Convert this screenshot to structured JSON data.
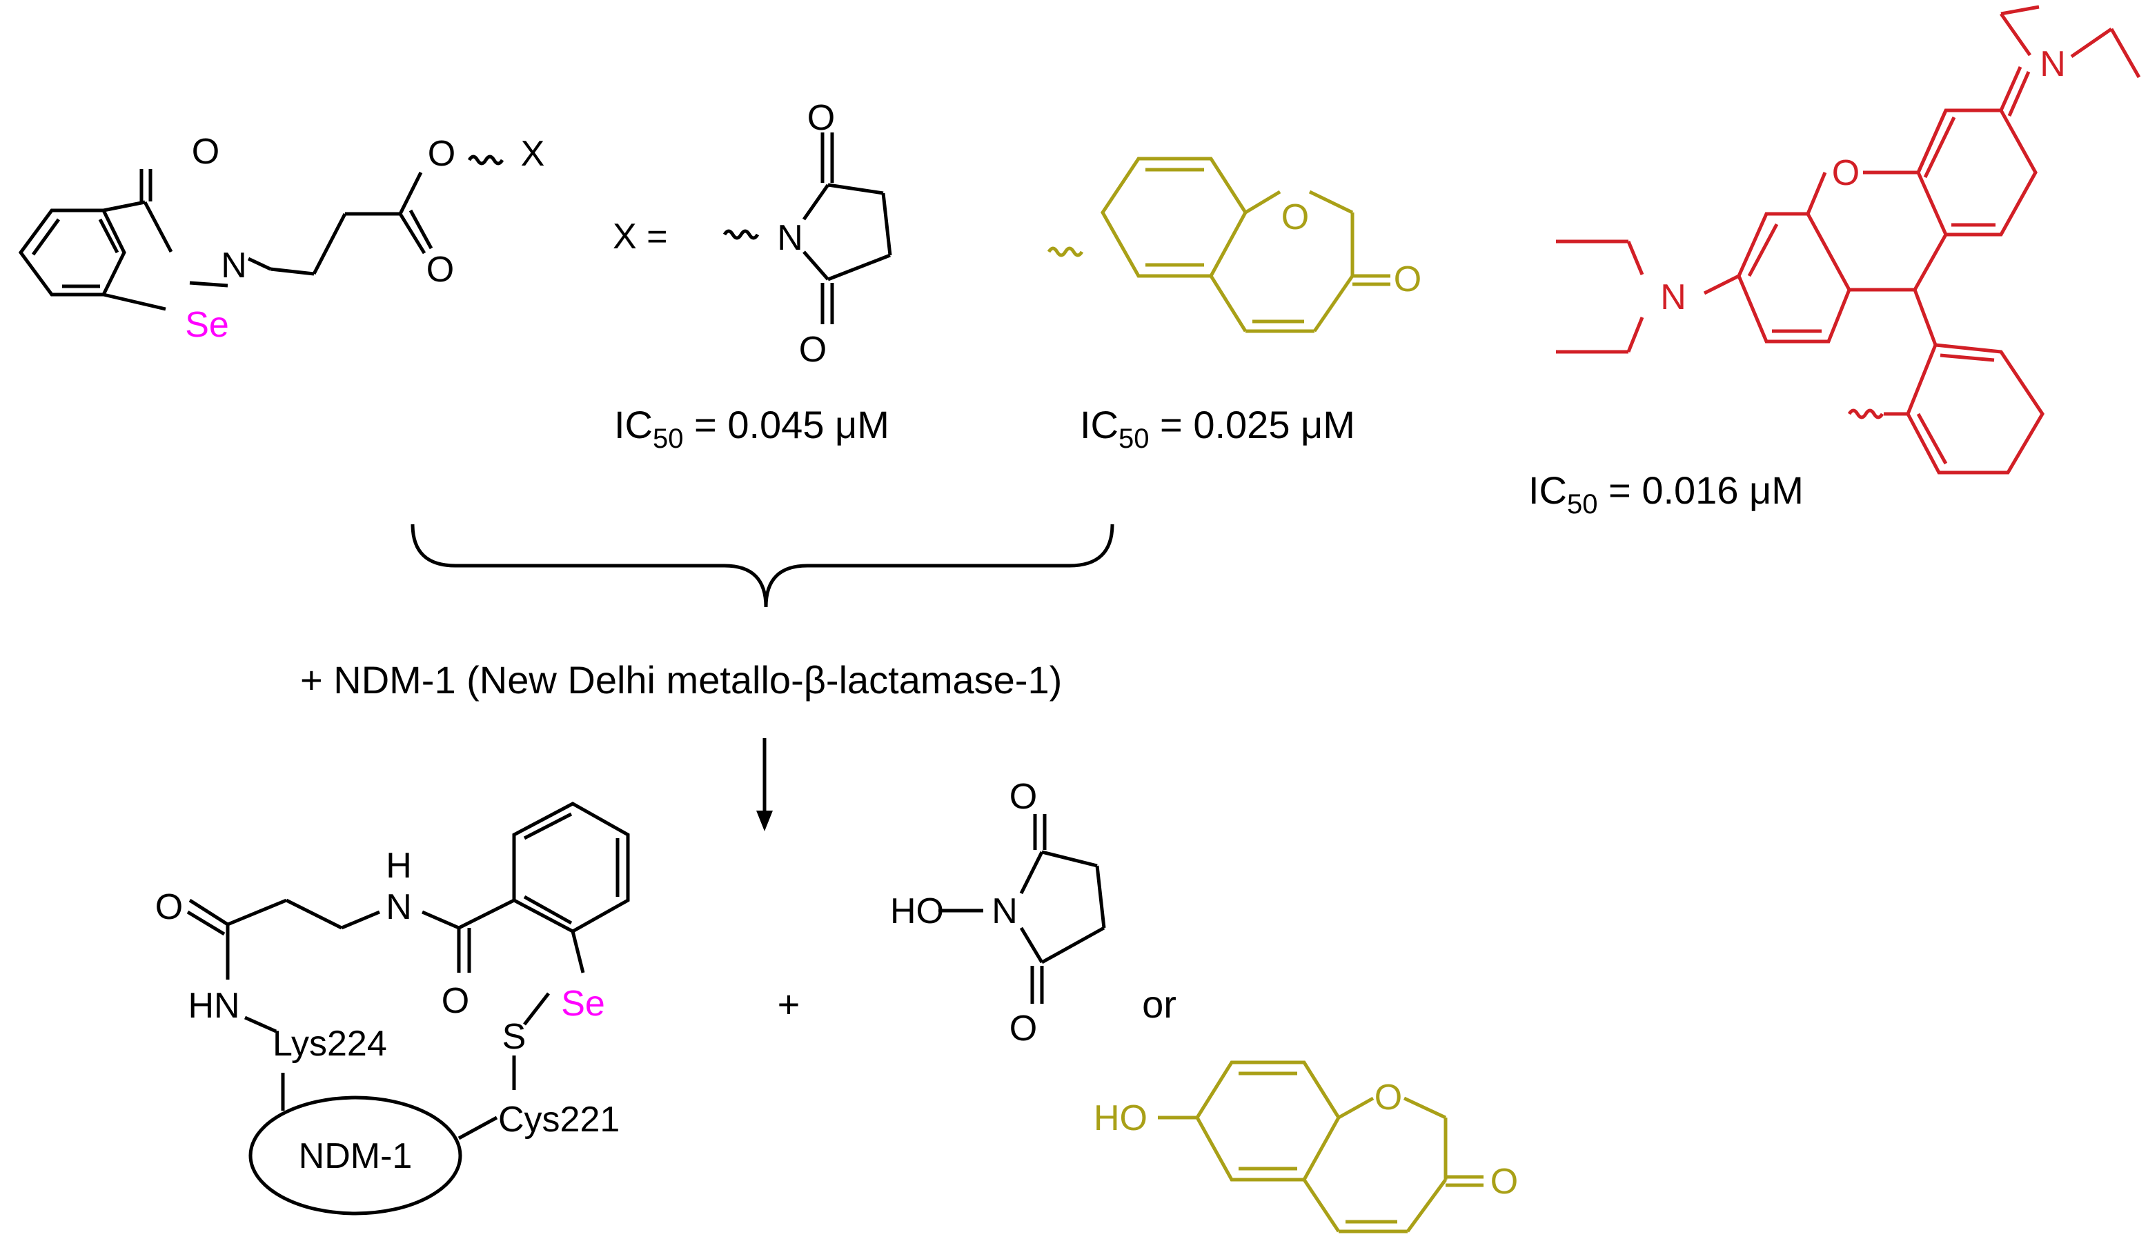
{
  "colors": {
    "black": "#000000",
    "selenium": "#ff00ff",
    "coumarin": "#a9a017",
    "rhodamine": "#d21f26"
  },
  "ebselen": {
    "atom_O_carbonyl": "O",
    "atom_N": "N",
    "atom_Se": "Se",
    "atom_O_ester": "O",
    "atom_O_ester2": "O",
    "substituent": "X"
  },
  "x_equals": "X =",
  "nhs": {
    "atom_N": "N",
    "atom_O_top": "O",
    "atom_O_bottom": "O"
  },
  "coumarin_top": {
    "atom_O_ring": "O",
    "atom_O_carbonyl": "O"
  },
  "rhodamine": {
    "atom_N_top": "N",
    "atom_O": "O",
    "atom_N_left": "N"
  },
  "ic50": {
    "nhs": {
      "prefix": "IC",
      "sub": "50",
      "value": " = 0.045 μM"
    },
    "coumarin": {
      "prefix": "IC",
      "sub": "50",
      "value": " = 0.025 μM"
    },
    "rhodamine": {
      "prefix": "IC",
      "sub": "50",
      "value": " = 0.016 μM"
    }
  },
  "reagent_text": "+ NDM-1 (New Delhi metallo-β-lactamase-1)",
  "adduct": {
    "atom_O_left": "O",
    "atom_H": "H",
    "atom_N_amide": "N",
    "atom_O_amide": "O",
    "atom_Se": "Se",
    "atom_S": "S",
    "hn": "HN",
    "lys": "Lys224",
    "cys": "Cys221",
    "enzyme": "NDM-1"
  },
  "plus": "+",
  "or": "or",
  "nhs_product": {
    "ho": "HO",
    "atom_N": "N",
    "atom_O_top": "O",
    "atom_O_bottom": "O"
  },
  "hydroxycoumarin": {
    "ho": "HO",
    "atom_O_ring": "O",
    "atom_O_carbonyl": "O"
  }
}
